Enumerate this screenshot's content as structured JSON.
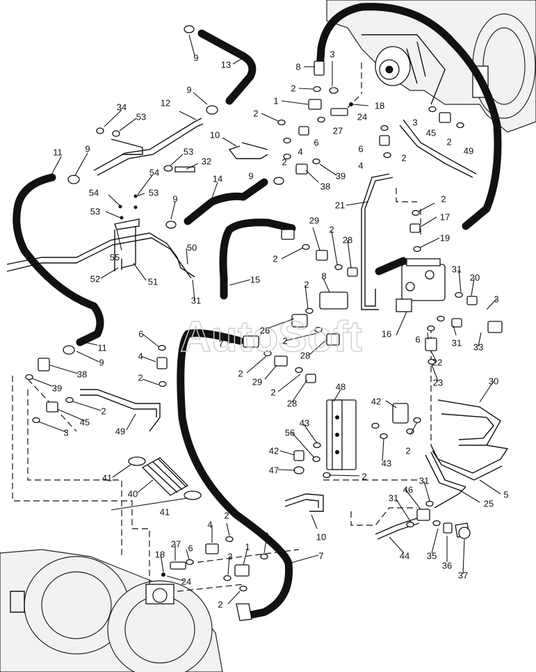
{
  "watermark": "AutoSoft",
  "callouts": [
    {
      "id": "c9a",
      "text": "9"
    },
    {
      "id": "c13",
      "text": "13"
    },
    {
      "id": "c8a",
      "text": "8"
    },
    {
      "id": "c3a",
      "text": "3"
    },
    {
      "id": "c2a",
      "text": "2"
    },
    {
      "id": "c1a",
      "text": "1"
    },
    {
      "id": "c18a",
      "text": "18"
    },
    {
      "id": "c24a",
      "text": "24"
    },
    {
      "id": "c27a",
      "text": "27"
    },
    {
      "id": "c9b",
      "text": "9"
    },
    {
      "id": "c12",
      "text": "12"
    },
    {
      "id": "c34",
      "text": "34"
    },
    {
      "id": "c53a",
      "text": "53"
    },
    {
      "id": "c2b",
      "text": "2"
    },
    {
      "id": "c10a",
      "text": "10"
    },
    {
      "id": "c4a",
      "text": "4"
    },
    {
      "id": "c6a",
      "text": "6"
    },
    {
      "id": "c2c",
      "text": "2"
    },
    {
      "id": "c3b",
      "text": "3"
    },
    {
      "id": "c45a",
      "text": "45"
    },
    {
      "id": "c2d",
      "text": "2"
    },
    {
      "id": "c6b",
      "text": "6"
    },
    {
      "id": "c4b",
      "text": "4"
    },
    {
      "id": "c2e",
      "text": "2"
    },
    {
      "id": "c49a",
      "text": "49"
    },
    {
      "id": "c11a",
      "text": "11"
    },
    {
      "id": "c9c",
      "text": "9"
    },
    {
      "id": "c53b",
      "text": "53"
    },
    {
      "id": "c32",
      "text": "32"
    },
    {
      "id": "c54a",
      "text": "54"
    },
    {
      "id": "c9d",
      "text": "9"
    },
    {
      "id": "c38a",
      "text": "38"
    },
    {
      "id": "c39a",
      "text": "39"
    },
    {
      "id": "c14",
      "text": "14"
    },
    {
      "id": "c53c",
      "text": "53"
    },
    {
      "id": "c54b",
      "text": "54"
    },
    {
      "id": "c53d",
      "text": "53"
    },
    {
      "id": "c9e",
      "text": "9"
    },
    {
      "id": "c21",
      "text": "21"
    },
    {
      "id": "c2f",
      "text": "2"
    },
    {
      "id": "c17",
      "text": "17"
    },
    {
      "id": "c55",
      "text": "55"
    },
    {
      "id": "c29a",
      "text": "29"
    },
    {
      "id": "c2g",
      "text": "2"
    },
    {
      "id": "c28a",
      "text": "28"
    },
    {
      "id": "c19",
      "text": "19"
    },
    {
      "id": "c50",
      "text": "50"
    },
    {
      "id": "c2h",
      "text": "2"
    },
    {
      "id": "c52",
      "text": "52"
    },
    {
      "id": "c51",
      "text": "51"
    },
    {
      "id": "c15",
      "text": "15"
    },
    {
      "id": "c31a",
      "text": "31"
    },
    {
      "id": "c20",
      "text": "20"
    },
    {
      "id": "c2i",
      "text": "2"
    },
    {
      "id": "c8b",
      "text": "8"
    },
    {
      "id": "c31b",
      "text": "31"
    },
    {
      "id": "c3c",
      "text": "3"
    },
    {
      "id": "c26",
      "text": "26"
    },
    {
      "id": "c16",
      "text": "16"
    },
    {
      "id": "c6c",
      "text": "6"
    },
    {
      "id": "c31c",
      "text": "31"
    },
    {
      "id": "c33",
      "text": "33"
    },
    {
      "id": "c11b",
      "text": "11"
    },
    {
      "id": "c6d",
      "text": "6"
    },
    {
      "id": "c7a",
      "text": "7"
    },
    {
      "id": "c2j",
      "text": "2"
    },
    {
      "id": "c28b",
      "text": "28"
    },
    {
      "id": "c22",
      "text": "22"
    },
    {
      "id": "c9f",
      "text": "9"
    },
    {
      "id": "c4c",
      "text": "4"
    },
    {
      "id": "c2k",
      "text": "2"
    },
    {
      "id": "c29b",
      "text": "29"
    },
    {
      "id": "c23",
      "text": "23"
    },
    {
      "id": "c38b",
      "text": "38"
    },
    {
      "id": "c2l",
      "text": "2"
    },
    {
      "id": "c30",
      "text": "30"
    },
    {
      "id": "c39b",
      "text": "39"
    },
    {
      "id": "c2m",
      "text": "2"
    },
    {
      "id": "c48",
      "text": "48"
    },
    {
      "id": "c28c",
      "text": "28"
    },
    {
      "id": "c42a",
      "text": "42"
    },
    {
      "id": "c45b",
      "text": "45"
    },
    {
      "id": "c2n",
      "text": "2"
    },
    {
      "id": "c3d",
      "text": "3"
    },
    {
      "id": "c49b",
      "text": "49"
    },
    {
      "id": "c43a",
      "text": "43"
    },
    {
      "id": "c56",
      "text": "56"
    },
    {
      "id": "c43b",
      "text": "43"
    },
    {
      "id": "c2o",
      "text": "2"
    },
    {
      "id": "c42b",
      "text": "42"
    },
    {
      "id": "c41a",
      "text": "41"
    },
    {
      "id": "c47",
      "text": "47"
    },
    {
      "id": "c2p",
      "text": "2"
    },
    {
      "id": "c40",
      "text": "40"
    },
    {
      "id": "c31d",
      "text": "31"
    },
    {
      "id": "c5",
      "text": "5"
    },
    {
      "id": "c41b",
      "text": "41"
    },
    {
      "id": "c46",
      "text": "46"
    },
    {
      "id": "c31e",
      "text": "31"
    },
    {
      "id": "c25",
      "text": "25"
    },
    {
      "id": "c4d",
      "text": "4"
    },
    {
      "id": "c2q",
      "text": "2"
    },
    {
      "id": "c10b",
      "text": "10"
    },
    {
      "id": "c27b",
      "text": "27"
    },
    {
      "id": "c2r",
      "text": "2"
    },
    {
      "id": "c18b",
      "text": "18"
    },
    {
      "id": "c6e",
      "text": "6"
    },
    {
      "id": "c3e",
      "text": "3"
    },
    {
      "id": "c1b",
      "text": "1"
    },
    {
      "id": "c24b",
      "text": "24"
    },
    {
      "id": "c7b",
      "text": "7"
    },
    {
      "id": "c44",
      "text": "44"
    },
    {
      "id": "c35",
      "text": "35"
    },
    {
      "id": "c36",
      "text": "36"
    },
    {
      "id": "c37",
      "text": "37"
    },
    {
      "id": "c2s",
      "text": "2"
    }
  ]
}
